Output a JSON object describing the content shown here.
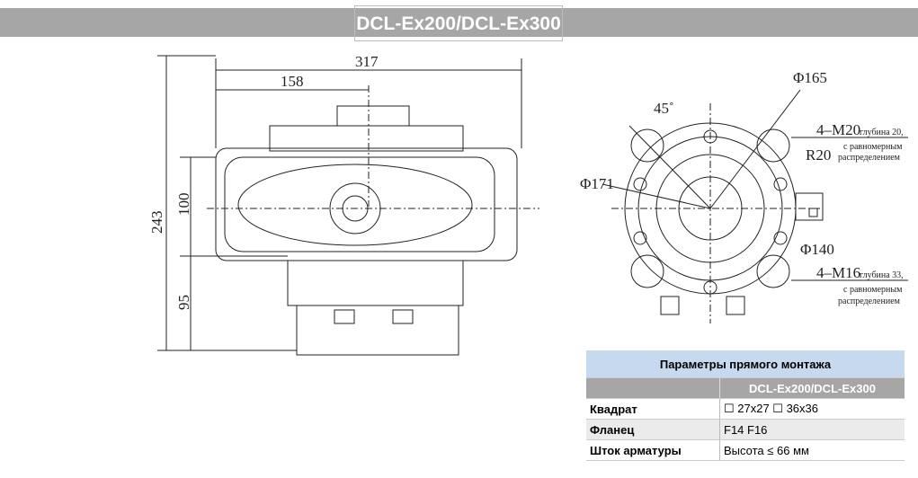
{
  "header": {
    "title": "DCL-Ex200/DCL-Ex300"
  },
  "side_view": {
    "dims": {
      "width_total": "317",
      "width_half": "158",
      "height_total": "243",
      "height_upper": "100",
      "height_lower": "95"
    }
  },
  "top_view": {
    "dims": {
      "angle": "45˚",
      "phi165": "Φ165",
      "phi171": "Φ171",
      "phi140": "Φ140",
      "r20": "R20"
    },
    "note1": {
      "thread": "4–M20",
      "depth": "глубина 20,",
      "line2": "с равномерным",
      "line3": "распределением"
    },
    "note2": {
      "thread": "4–M16",
      "depth": "глубина 33,",
      "line2": "с равномерным",
      "line3": "распределением"
    }
  },
  "table": {
    "title": "Параметры прямого монтажа",
    "model": "DCL-Ex200/DCL-Ex300",
    "rows": [
      {
        "label": "Квадрат",
        "value": "☐ 27x27 ☐ 36x36"
      },
      {
        "label": "Фланец",
        "value": "F14   F16"
      },
      {
        "label": "Шток арматуры",
        "value": "Высота ≤ 66 мм"
      }
    ]
  }
}
